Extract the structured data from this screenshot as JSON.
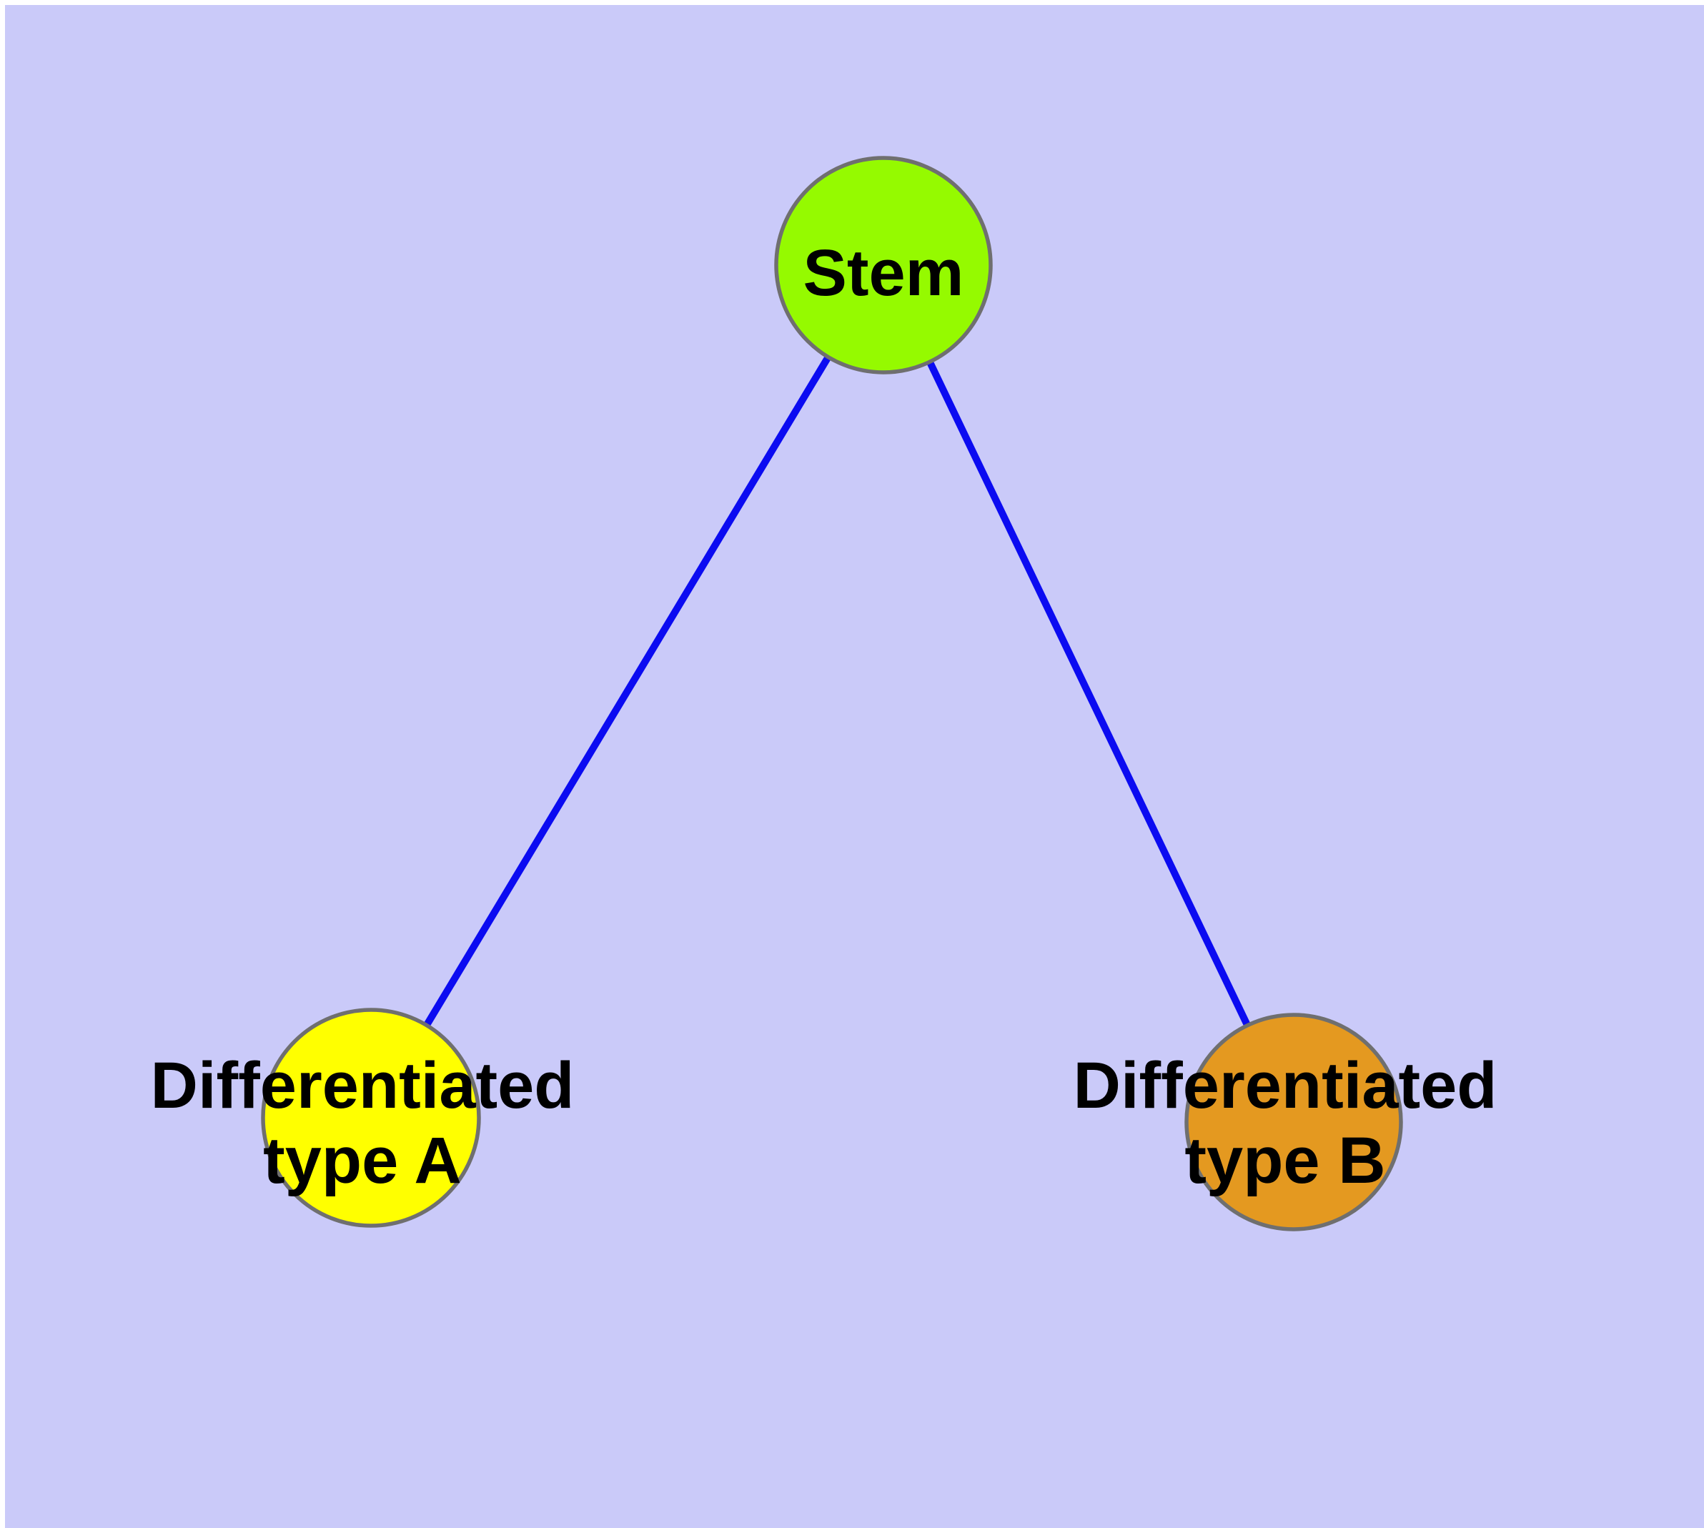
{
  "diagram": {
    "background_color": "#cacaf9",
    "frame_color": "#ffffff",
    "edge_color": "#0b0bf1",
    "node_border_color": "#6f6f6f",
    "text_color": "#000000",
    "nodes": {
      "stem": {
        "label": "Stem",
        "color": "#95fa00"
      },
      "type_a": {
        "label": "Differentiated type A",
        "line1": "Differentiated",
        "line2": "type A",
        "color": "#ffff00"
      },
      "type_b": {
        "label": "Differentiated type B",
        "line1": "Differentiated",
        "line2": "type B",
        "color": "#e49920"
      }
    },
    "edges": [
      {
        "from": "Stem",
        "to": "Differentiated type A"
      },
      {
        "from": "Stem",
        "to": "Differentiated type B"
      }
    ]
  }
}
